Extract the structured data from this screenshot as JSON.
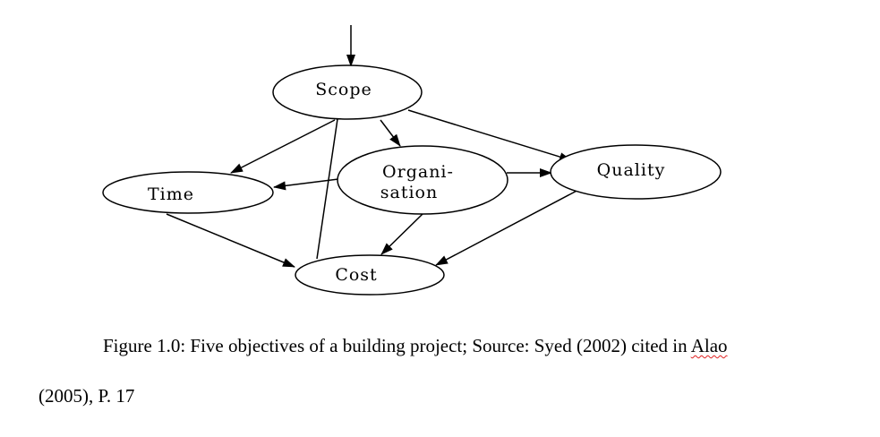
{
  "diagram": {
    "nodes": {
      "scope": {
        "label": "Scope"
      },
      "time": {
        "label": "Time"
      },
      "organisation": {
        "line1": "Organi-",
        "line2": "sation"
      },
      "quality": {
        "label": "Quality"
      },
      "cost": {
        "label": "Cost"
      }
    },
    "edges": [
      {
        "from": "entry",
        "to": "scope",
        "arrow": true
      },
      {
        "from": "scope",
        "to": "time",
        "arrow": true
      },
      {
        "from": "scope",
        "to": "organisation",
        "arrow": true
      },
      {
        "from": "scope",
        "to": "quality",
        "arrow": true
      },
      {
        "from": "scope",
        "to": "cost",
        "arrow": false
      },
      {
        "from": "organisation",
        "to": "time",
        "arrow": true
      },
      {
        "from": "organisation",
        "to": "quality",
        "arrow": true
      },
      {
        "from": "organisation",
        "to": "cost",
        "arrow": true
      },
      {
        "from": "time",
        "to": "cost",
        "arrow": true
      },
      {
        "from": "quality",
        "to": "cost",
        "arrow": true
      }
    ],
    "colors": {
      "stroke": "#000000",
      "background": "#ffffff"
    }
  },
  "caption": {
    "line1_prefix": "Figure 1.0: Five objectives of a building project; Source: Syed (2002) cited in ",
    "line1_author": "Alao",
    "line2": "(2005), P. 17",
    "spellcheck_color": "#e02020"
  }
}
